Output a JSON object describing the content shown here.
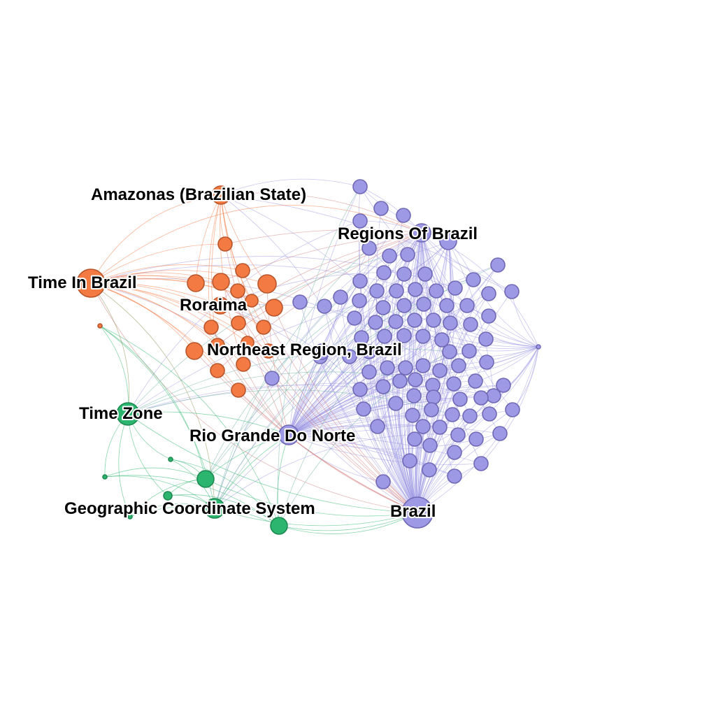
{
  "graph": {
    "colors": {
      "orange": "#f47a44",
      "orange_stroke": "#b8552a",
      "purple": "#9e99e4",
      "purple_stroke": "#6f69b5",
      "green": "#2bb56e",
      "green_stroke": "#1e8a52"
    },
    "labels": [
      {
        "id": "amazonas",
        "text": "Amazonas (Brazilian State)"
      },
      {
        "id": "time_in_brazil",
        "text": "Time In Brazil"
      },
      {
        "id": "roraima",
        "text": "Roraima"
      },
      {
        "id": "northeast",
        "text": "Northeast Region, Brazil"
      },
      {
        "id": "regions",
        "text": "Regions Of Brazil"
      },
      {
        "id": "time_zone",
        "text": "Time Zone"
      },
      {
        "id": "rio_grande",
        "text": "Rio Grande Do Norte"
      },
      {
        "id": "geo",
        "text": "Geographic Coordinate System"
      },
      {
        "id": "brazil",
        "text": "Brazil"
      }
    ]
  }
}
